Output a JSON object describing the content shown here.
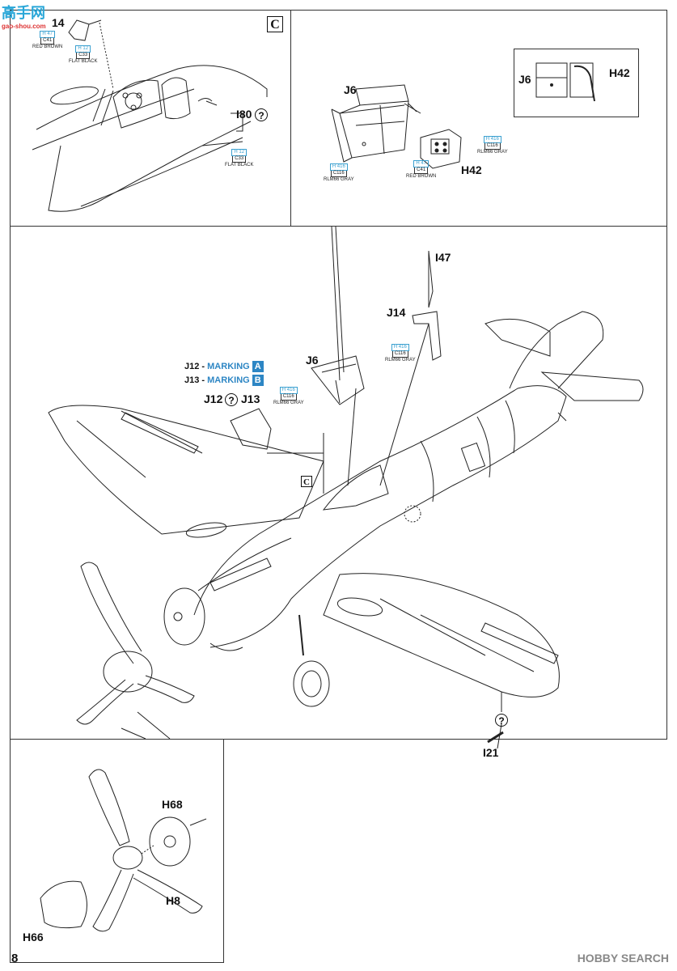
{
  "page_number": "8",
  "watermark_top": {
    "line1": "高手网",
    "line2": "gao-shou.com"
  },
  "watermark_bottom": "HOBBY SEARCH",
  "panel_c": {
    "label": "C",
    "part_14": "14",
    "part_I80": "I80",
    "paint_h47_top": "H 47",
    "paint_c41_top": "C41",
    "paint_name_top": "RED BROWN",
    "paint_h12_a": "H 12",
    "paint_c33_a": "C33",
    "paint_name_a": "FLAT BLACK",
    "paint_h12_b": "H 12",
    "paint_c33_b": "C33",
    "paint_name_b": "FLAT BLACK"
  },
  "panel_j6": {
    "part_J6": "J6",
    "part_H42": "H42",
    "paint_h416_a": "H 416",
    "paint_c116_a": "C116",
    "paint_name_a": "RLM66 GRAY",
    "paint_h416_b": "H 416",
    "paint_c116_b": "C116",
    "paint_name_b": "RLM66 GRAY",
    "paint_h47": "H 47",
    "paint_c41": "C41",
    "paint_name_c": "RED BROWN"
  },
  "inset_j6": {
    "part_J6": "J6",
    "part_H42": "H42"
  },
  "main": {
    "part_I47": "I47",
    "part_J14": "J14",
    "part_J6": "J6",
    "paint_h416_j14": "H 416",
    "paint_c116_j14": "C116",
    "paint_name_j14": "RLM66 GRAY",
    "marking_j12_part": "J12 -",
    "marking_j12_word": "MARKING",
    "marking_j12_badge": "A",
    "marking_j13_part": "J13 -",
    "marking_j13_word": "MARKING",
    "marking_j13_badge": "B",
    "part_J12": "J12",
    "part_J13": "J13",
    "paint_h416_j12": "H 416",
    "paint_c116_j12": "C116",
    "paint_name_j12": "RLM66 GRAY",
    "ref_C": "C",
    "part_I21": "I21"
  },
  "prop_panel": {
    "part_H68": "H68",
    "part_H8": "H8",
    "part_H66": "H66"
  }
}
